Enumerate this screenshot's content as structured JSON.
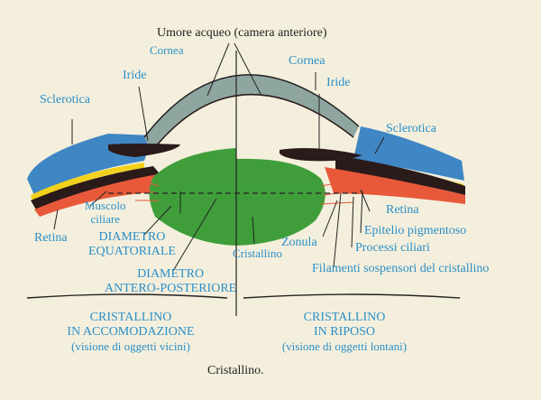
{
  "labels": {
    "umore_acqueo": "Umore acqueo (camera anteriore)",
    "cornea_left": "Cornea",
    "cornea_right": "Cornea",
    "iride_left": "Iride",
    "iride_right": "Iride",
    "sclerotica_left": "Sclerotica",
    "sclerotica_right": "Sclerotica",
    "muscolo_ciliare_line1": "Muscolo",
    "muscolo_ciliare_line2": "ciliare",
    "retina_left": "Retina",
    "retina_right": "Retina",
    "diametro_equatoriale_line1": "DIAMETRO",
    "diametro_equatoriale_line2": "EQUATORIALE",
    "diametro_ap_line1": "DIAMETRO",
    "diametro_ap_line2": "ANTERO-POSTERIORE",
    "cristallino": "Cristallino",
    "zonula": "Zonula",
    "epitelio": "Epitelio pigmentoso",
    "processi": "Processi ciliari",
    "filamenti": "Filamenti sospensori del cristallino"
  },
  "sections": {
    "left": {
      "title1": "CRISTALLINO",
      "title2": "IN ACCOMODAZIONE",
      "subtitle": "(visione di oggetti vicini)"
    },
    "right": {
      "title1": "CRISTALLINO",
      "title2": "IN RIPOSO",
      "subtitle": "(visione di oggetti lontani)"
    }
  },
  "caption": "Cristallino.",
  "colors": {
    "background": "#f4efdc",
    "label_blue": "#2a8fc9",
    "cornea": "#8fa6a0",
    "sclera": "#3f86c4",
    "lens": "#3f9e3a",
    "muscle": "#e8593a",
    "retina": "#f2d21c",
    "iris": "#2a1a1a"
  }
}
